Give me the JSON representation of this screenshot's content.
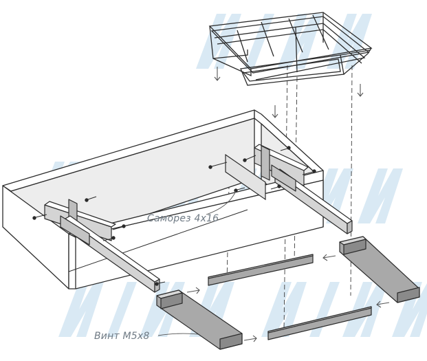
{
  "labels": {
    "self_tapping_screw": "Саморез 4х16",
    "bolt": "Винт М5х8"
  },
  "watermark": {
    "rows": [
      "ЛЛИЛЛ",
      "ЛЛИЛЛ",
      "ЛЛИЛЛ"
    ],
    "color": "#d3e6f2"
  },
  "colors": {
    "outline": "#2b2b2b",
    "body": "#ffffff",
    "interior": "#ededed",
    "rail": "#d4d4d4",
    "profile": "#a9a9a9",
    "profile_dark": "#8a8a8a",
    "dash": "#3a3a3a",
    "arrow": "#555555",
    "label": "#6f7a84"
  },
  "icons": [
    "down-arrow-icon",
    "right-arrow-icon",
    "left-arrow-icon",
    "screw-icon"
  ]
}
